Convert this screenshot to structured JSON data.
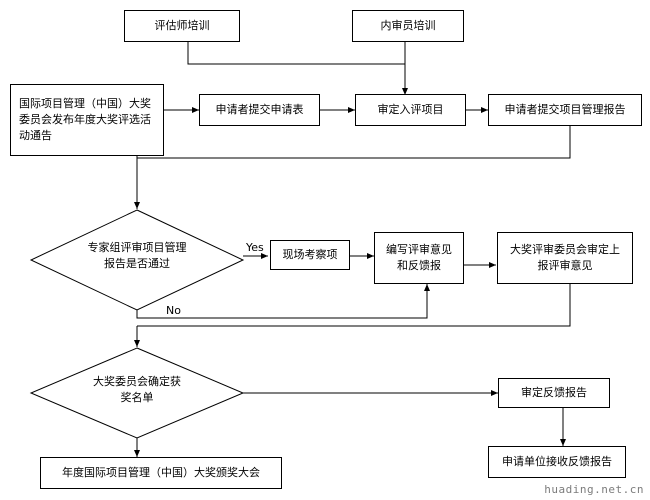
{
  "nodes": {
    "assessor_training": "评估师培训",
    "internal_auditor_training": "内审员培训",
    "announcement": "国际项目管理（中国）大奖委员会发布年度大奖评选活动通告",
    "submit_application": "申请者提交申请表",
    "confirm_project": "审定入评项目",
    "submit_report": "申请者提交项目管理报告",
    "expert_review": "专家组评审项目管理报告是否通过",
    "site_visit": "现场考察项",
    "write_feedback": "编写评审意见和反馈报",
    "committee_review": "大奖评审委员会审定上报评审意见",
    "confirm_winners": "大奖委员会确定获奖名单",
    "ceremony": "年度国际项目管理（中国）大奖颁奖大会",
    "approve_feedback": "审定反馈报告",
    "receive_feedback": "申请单位接收反馈报告"
  },
  "edge_labels": {
    "yes": "Yes",
    "no": "No"
  },
  "watermark": "huading.net.cn"
}
